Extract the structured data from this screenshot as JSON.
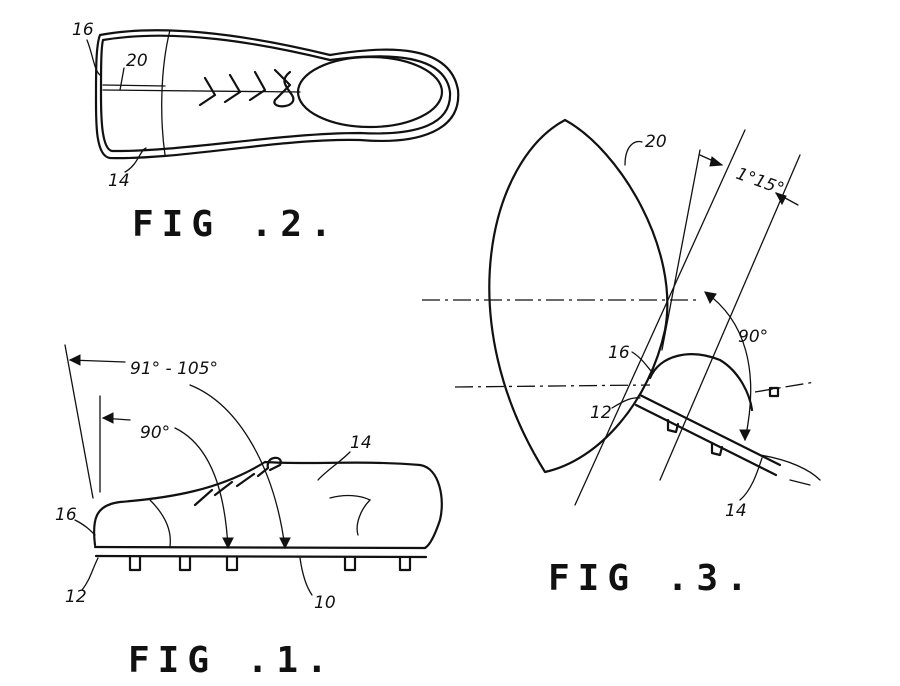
{
  "figures": {
    "fig1": {
      "caption": "FIG .1.",
      "labels": {
        "angle_range": "91° - 105°",
        "angle_right": "90°",
        "ref_16": "16",
        "ref_12": "12",
        "ref_14": "14",
        "ref_10": "10"
      }
    },
    "fig2": {
      "caption": "FIG .2.",
      "labels": {
        "ref_16": "16",
        "ref_20": "20",
        "ref_14": "14"
      }
    },
    "fig3": {
      "caption": "FIG .3.",
      "labels": {
        "ref_20": "20",
        "angle_small": "1°15°",
        "angle_right": "90°",
        "ref_16": "16",
        "ref_12": "12",
        "ref_14": "14"
      }
    }
  }
}
